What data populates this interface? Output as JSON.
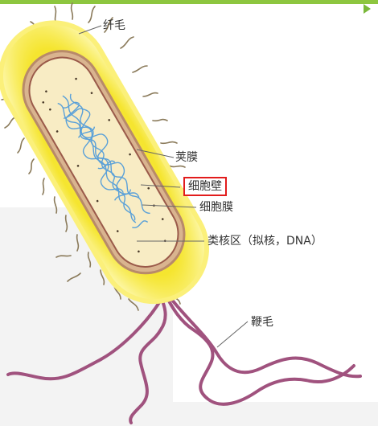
{
  "labels": {
    "pili": "纤毛",
    "capsule": "荚膜",
    "cell_wall": "细胞壁",
    "cell_membrane": "细胞膜",
    "nucleoid": "类核区（拟核，DNA）",
    "flagellum": "鞭毛"
  },
  "highlighted_label": "cell_wall",
  "colors": {
    "capsule": "#f7ea3a",
    "capsule_glow": "#fdf59a",
    "cell_wall": "#c79a7a",
    "cell_membrane": "#9a5a4a",
    "cytoplasm": "#f8ecc4",
    "nucleoid": "#5aa0d8",
    "flagellum": "#a0527e",
    "pili": "#8a7a5a",
    "highlight_box": "#e21c1c",
    "accent_bar": "#8dc63f"
  }
}
